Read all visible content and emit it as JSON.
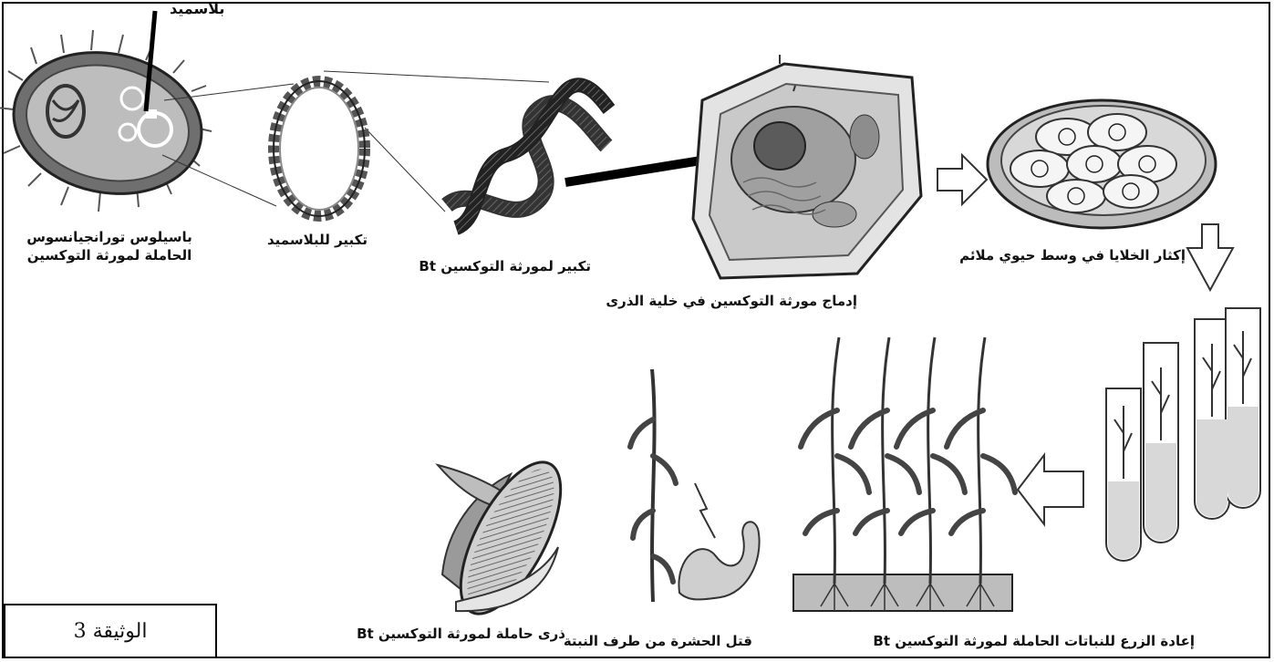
{
  "labels": {
    "plasmid": "بلاسميد",
    "bacteria": "باسيلوس تورانجيانسوس",
    "bacteria2": "الحاملة لمورثة التوكسين",
    "amp_plasmid": "تكبير للبلاسميد",
    "amp_gene": "تكبير لمورثة التوكسين Bt",
    "insert": "إدماج مورثة التوكسين في خلية الذرى",
    "multiply": "إكثار الخلايا في وسط حيوي ملائم",
    "replant": "إعادة الزرع للنباتات الحاملة لمورثة التوكسين Bt",
    "kill": "قتل الحشرة من طرف النبتة",
    "corn": "ذرى حاملة لمورثة التوكسين Bt"
  },
  "document_label": "الوثيقة 3",
  "colors": {
    "line": "#111111",
    "cell_fill": "#cfcfcf",
    "cell_dark": "#7a7a7a",
    "soil": "#bdbdbd",
    "medium": "#d8d8d8"
  }
}
